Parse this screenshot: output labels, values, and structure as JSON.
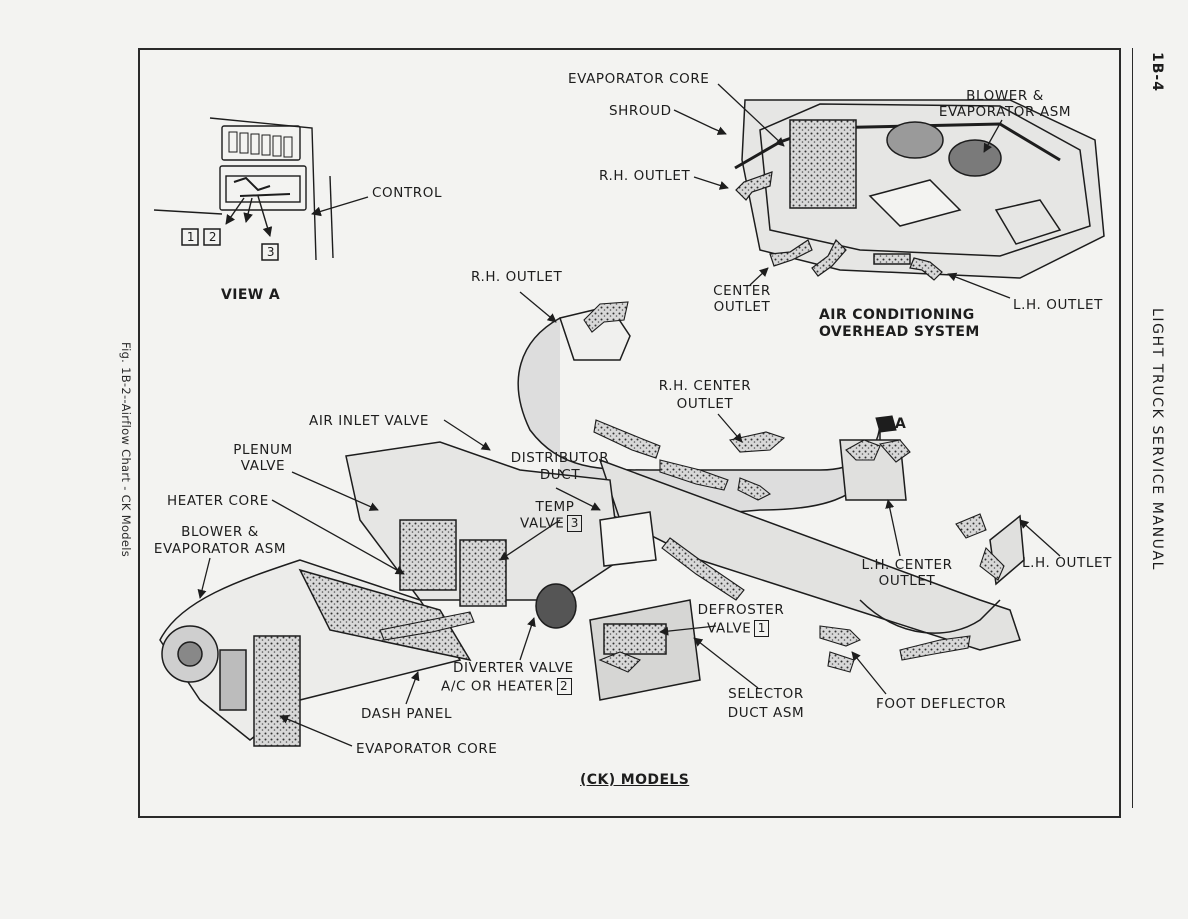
{
  "page_number": "1B-4",
  "manual_title": "LIGHT TRUCK SERVICE MANUAL",
  "figure_caption": "Fig. 1B-2--Airflow Chart - CK Models",
  "view_a": {
    "title": "VIEW A",
    "control_label": "CONTROL",
    "callouts": [
      "1",
      "2",
      "3"
    ]
  },
  "overhead": {
    "evaporator_core": "EVAPORATOR CORE",
    "shroud": "SHROUD",
    "blower_evap_line1": "BLOWER &",
    "blower_evap_line2": "EVAPORATOR ASM",
    "rh_outlet": "R.H. OUTLET",
    "center_outlet_line1": "CENTER",
    "center_outlet_line2": "OUTLET",
    "lh_outlet": "L.H. OUTLET",
    "system_title_line1": "AIR CONDITIONING",
    "system_title_line2": "OVERHEAD SYSTEM"
  },
  "ck": {
    "rh_outlet": "R.H. OUTLET",
    "rh_center_line1": "R.H. CENTER",
    "rh_center_line2": "OUTLET",
    "view_marker": "A",
    "air_inlet_valve": "AIR INLET VALVE",
    "plenum_line1": "PLENUM",
    "plenum_line2": "VALVE",
    "distributor_line1": "DISTRIBUTOR",
    "distributor_line2": "DUCT",
    "heater_core": "HEATER CORE",
    "temp_line1": "TEMP",
    "temp_line2": "VALVE",
    "temp_box": "3",
    "blower_line1": "BLOWER &",
    "blower_line2": "EVAPORATOR ASM",
    "lh_center_line1": "L.H. CENTER",
    "lh_center_line2": "OUTLET",
    "lh_outlet": "L.H. OUTLET",
    "defroster_line1": "DEFROSTER",
    "defroster_line2": "VALVE",
    "defroster_box": "1",
    "diverter_line1": "DIVERTER VALVE",
    "diverter_line2": "A/C OR HEATER",
    "diverter_box": "2",
    "selector_line1": "SELECTOR",
    "selector_line2": "DUCT  ASM",
    "foot_deflector": "FOOT  DEFLECTOR",
    "dash_panel": "DASH PANEL",
    "evaporator_core": "EVAPORATOR CORE",
    "models_title": "(CK) MODELS"
  },
  "colors": {
    "line": "#1d1d1d",
    "paper": "#f3f3f1",
    "arrow_fill": "#c9c9c9"
  }
}
